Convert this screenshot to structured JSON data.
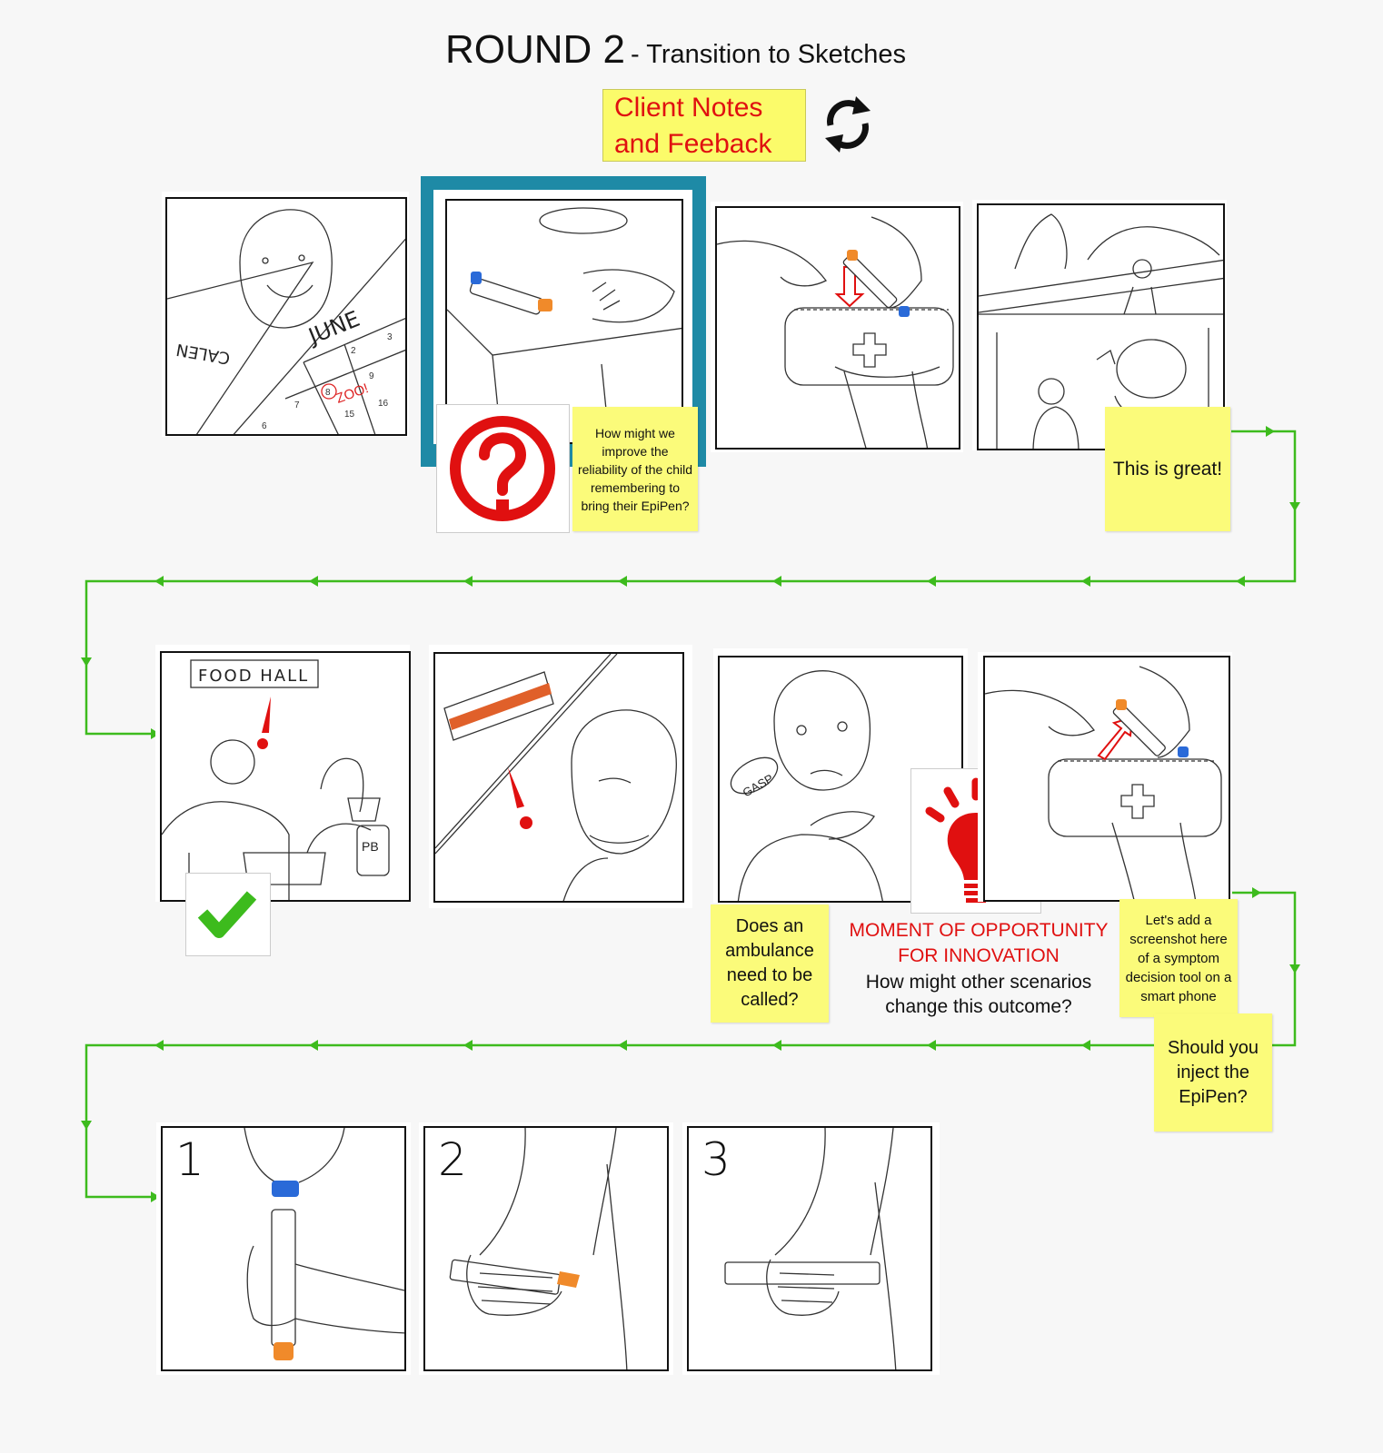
{
  "header": {
    "title": "ROUND 2",
    "subtitle": "- Transition to Sketches"
  },
  "client_note": {
    "line1": "Client Notes",
    "line2": "and Feeback"
  },
  "icons": {
    "refresh": "refresh-cycle-icon",
    "question": "question-mark-icon",
    "check": "checkmark-icon",
    "bulb": "lightbulb-icon"
  },
  "row1": {
    "calendar_panel": {
      "month": "JUNE",
      "word": "CALEN",
      "date": "8",
      "note": "ZOO!",
      "nums": [
        "2",
        "3",
        "9",
        "7",
        "15",
        "16",
        "6"
      ]
    },
    "sticky_question": "How might we improve the reliability of the child remembering to bring their EpiPen?",
    "sticky_great": "This is great!"
  },
  "row2": {
    "food_panel": {
      "sign": "FOOD HALL",
      "jar": "PB"
    },
    "gasp_panel": {
      "gasp": "GASP"
    },
    "sticky_ambulance": "Does an ambulance need to be called?",
    "innovation": {
      "title_line1": "MOMENT OF OPPORTUNITY",
      "title_line2": "FOR INNOVATION",
      "sub_line1": "How might other scenarios",
      "sub_line2": "change this outcome?"
    },
    "sticky_screenshot": "Let's add a screenshot here of a symptom decision tool on a smart phone",
    "sticky_inject": "Should you inject the EpiPen?"
  },
  "row3": {
    "steps": [
      "1",
      "2",
      "3"
    ]
  },
  "colors": {
    "flow": "#3dbb1d",
    "sticky": "#fbfb7a",
    "accent_red": "#e01010",
    "highlight": "#1e8aa6"
  }
}
